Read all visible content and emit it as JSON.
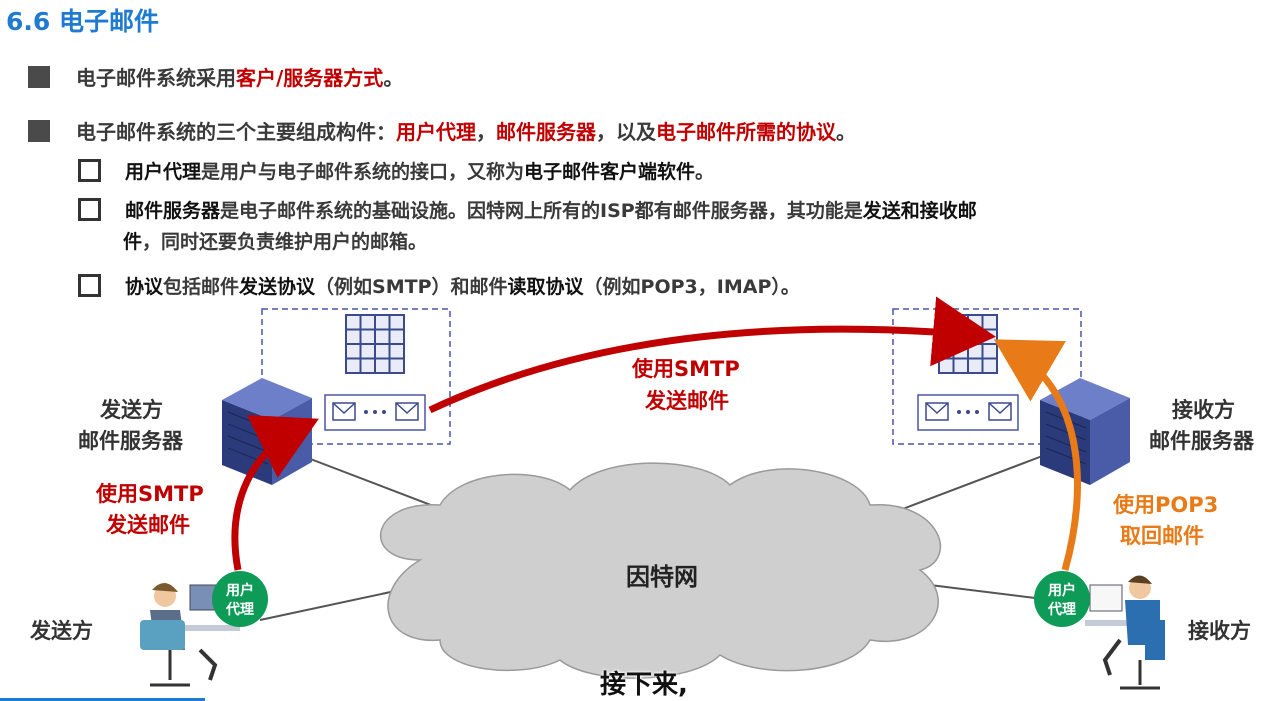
{
  "title": "6.6 电子邮件",
  "bullets": {
    "b1_pre": "电子邮件系统采用",
    "b1_red": "客户/服务器方式",
    "b1_end": "。",
    "b2_pre": "电子邮件系统的三个主要组成构件：",
    "b2_red1": "用户代理",
    "b2_sep1": "，",
    "b2_red2": "邮件服务器",
    "b2_mid": "，以及",
    "b2_red3": "电子邮件所需的协议",
    "b2_end": "。"
  },
  "sub_items": {
    "s1_dark1": "用户代理",
    "s1_mid": "是用户与电子邮件系统的接口，又称为",
    "s1_dark2": "电子邮件客户端软件",
    "s1_end": "。",
    "s2_dark1": "邮件服务器",
    "s2_mid": "是电子邮件系统的基础设施。因特网上所有的ISP都有邮件服务器，其功能是",
    "s2_dark2": "发送和接收邮",
    "s2_line2_dark": "件",
    "s2_line2_rest": "，同时还要负责维护用户的邮箱。",
    "s3_dark1": "协议",
    "s3_mid1": "包括邮件",
    "s3_dark2": "发送协议",
    "s3_mid2": "（例如SMTP）和邮件",
    "s3_dark3": "读取协议",
    "s3_end": "（例如POP3，IMAP）。"
  },
  "diagram": {
    "sender_server_l1": "发送方",
    "sender_server_l2": "邮件服务器",
    "receiver_server_l1": "接收方",
    "receiver_server_l2": "邮件服务器",
    "smtp_top_l1": "使用SMTP",
    "smtp_top_l2": "发送邮件",
    "smtp_left_l1": "使用SMTP",
    "smtp_left_l2": "发送邮件",
    "pop3_l1": "使用POP3",
    "pop3_l2": "取回邮件",
    "cloud_label": "因特网",
    "ua_left_l1": "用户",
    "ua_left_l2": "代理",
    "ua_right_l1": "用户",
    "ua_right_l2": "代理",
    "sender_label": "发送方",
    "receiver_label": "接收方",
    "colors": {
      "red": "#c00000",
      "orange": "#e87a17",
      "green": "#0e9b57",
      "server": "#3b4a8c",
      "cloud": "#cfcfcf"
    }
  },
  "subtitle": "接下来,"
}
